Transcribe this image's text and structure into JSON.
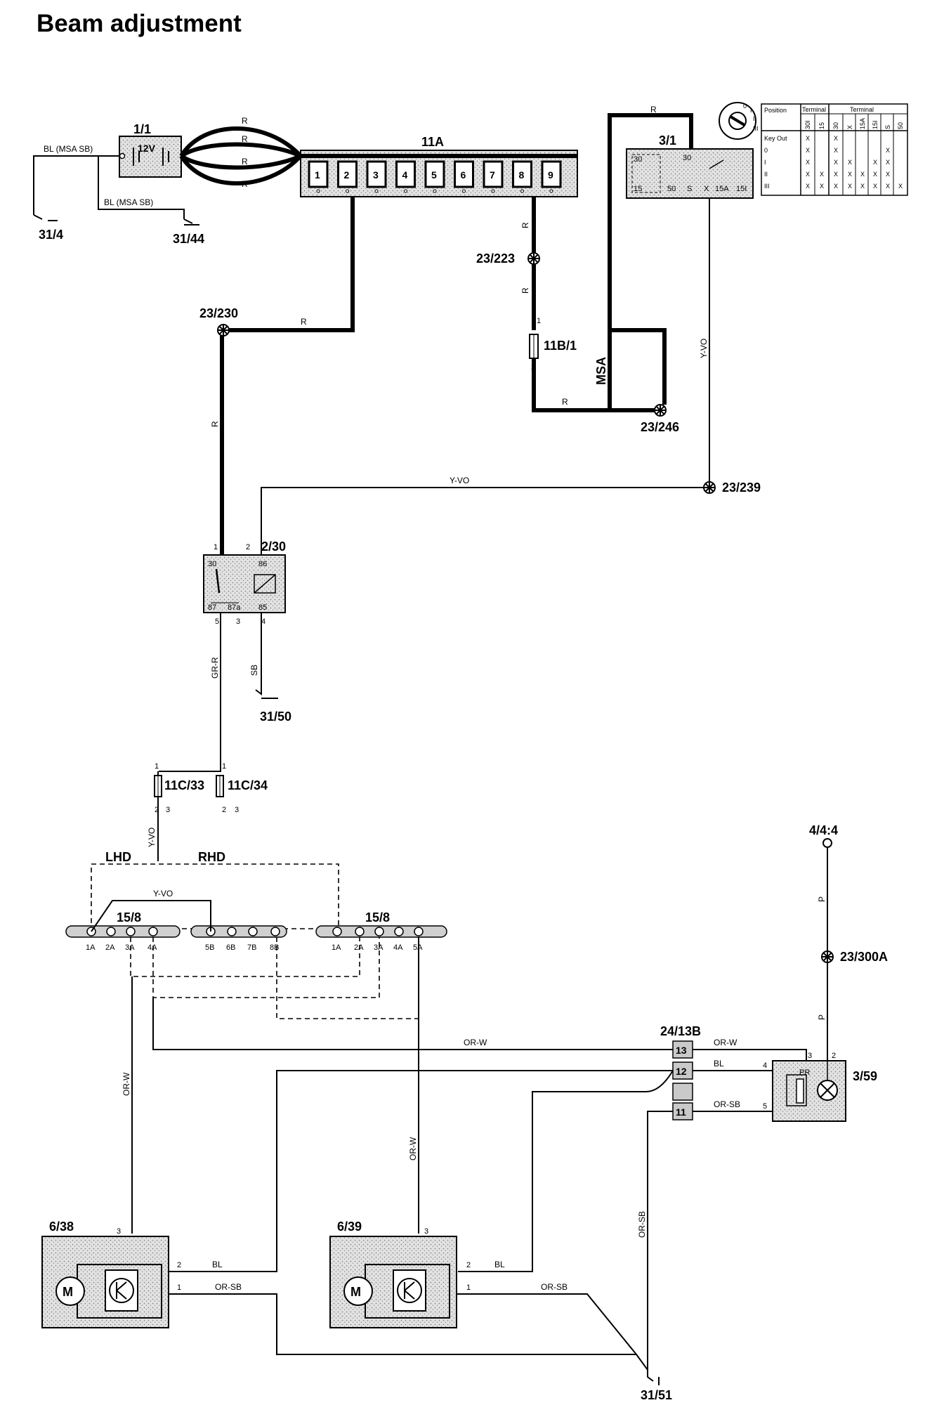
{
  "title": "Beam adjustment",
  "components": {
    "battery": "1/1",
    "battery_voltage": "12V",
    "fuse_box": "11A",
    "fuse_numbers": [
      "1",
      "2",
      "3",
      "4",
      "5",
      "6",
      "7",
      "8",
      "9"
    ],
    "ignition_switch": "3/1",
    "ignition_terminals": [
      "30",
      "30",
      "15",
      "50",
      "S",
      "X",
      "15A",
      "15I"
    ],
    "relay": "2/30",
    "relay_terminals": [
      "30",
      "86",
      "87",
      "87a",
      "85"
    ],
    "relay_pins": [
      "1",
      "2",
      "5",
      "3",
      "4"
    ],
    "fuse_11b1": "11B/1",
    "fuse_11c33": "11C/33",
    "fuse_11c34": "11C/34",
    "connector_15_8_left": "15/8",
    "connector_15_8_right": "15/8",
    "left_pins": [
      "1A",
      "2A",
      "3A",
      "4A"
    ],
    "right_pins_a": [
      "5B",
      "6B",
      "7B",
      "8B"
    ],
    "right_pins_b": [
      "1A",
      "2A",
      "3A",
      "4A",
      "5A"
    ],
    "connector_24_13b": "24/13B",
    "connector_24_13b_pins": [
      "13",
      "12",
      "",
      "11"
    ],
    "control_3_59": "3/59",
    "pr_label": "PR",
    "motor_left": "6/38",
    "motor_right": "6/39",
    "motor_symbol": "M",
    "lhd": "LHD",
    "rhd": "RHD"
  },
  "grounds": [
    "31/4",
    "31/44",
    "31/50",
    "31/51"
  ],
  "splices": [
    "23/230",
    "23/223",
    "23/246",
    "23/239",
    "23/300A"
  ],
  "ref_4_4_4": "4/4:4",
  "wire_colors": {
    "bl_msa_sb": "BL (MSA SB)",
    "r": "R",
    "y_vo": "Y-VO",
    "msa": "MSA",
    "gr_r": "GR-R",
    "sb": "SB",
    "or_w": "OR-W",
    "bl": "BL",
    "or_sb": "OR-SB",
    "p": "P"
  },
  "switch_table": {
    "title_position": "Position",
    "title_terminal_1": "Terminal",
    "title_terminal_2": "Terminal",
    "header_left": [
      "30I",
      "15"
    ],
    "header_right": [
      "30",
      "X",
      "15A",
      "15I",
      "S",
      "50"
    ],
    "rows": [
      {
        "position": "Key Out",
        "left": [
          "X",
          ""
        ],
        "right": [
          "X",
          "",
          "",
          "",
          "",
          ""
        ]
      },
      {
        "position": "0",
        "left": [
          "X",
          ""
        ],
        "right": [
          "X",
          "",
          "",
          "",
          "X",
          ""
        ]
      },
      {
        "position": "I",
        "left": [
          "X",
          ""
        ],
        "right": [
          "X",
          "X",
          "",
          "X",
          "X",
          ""
        ]
      },
      {
        "position": "II",
        "left": [
          "X",
          "X"
        ],
        "right": [
          "X",
          "X",
          "X",
          "X",
          "X",
          ""
        ]
      },
      {
        "position": "III",
        "left": [
          "X",
          "X"
        ],
        "right": [
          "X",
          "X",
          "X",
          "X",
          "X",
          "X"
        ]
      }
    ]
  },
  "switch_dial_marks": [
    "0",
    "I",
    "II",
    "III"
  ],
  "pins": {
    "p1": "1",
    "p2": "2",
    "p3": "3",
    "p4": "4",
    "p5": "5"
  }
}
